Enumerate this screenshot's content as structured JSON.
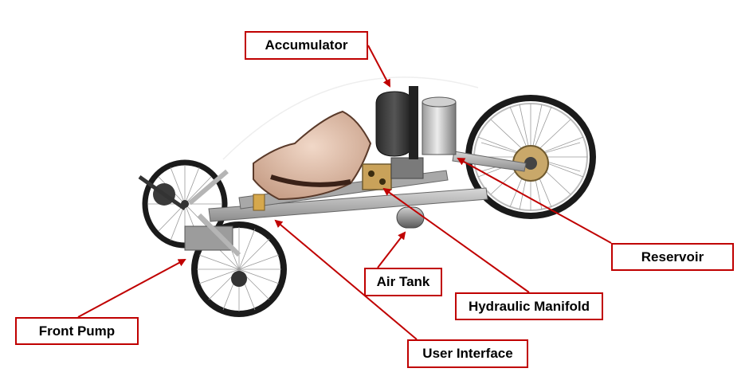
{
  "labels": {
    "accumulator": "Accumulator",
    "reservoir": "Reservoir",
    "air_tank": "Air Tank",
    "hydraulic_manifold": "Hydraulic Manifold",
    "front_pump": "Front Pump",
    "user_interface": "User Interface"
  },
  "colors": {
    "callout": "#c00000",
    "frame": "#8a8a8a",
    "tire": "#1a1a1a",
    "seat": "#d9b39c",
    "manifold": "#c9a25a"
  }
}
